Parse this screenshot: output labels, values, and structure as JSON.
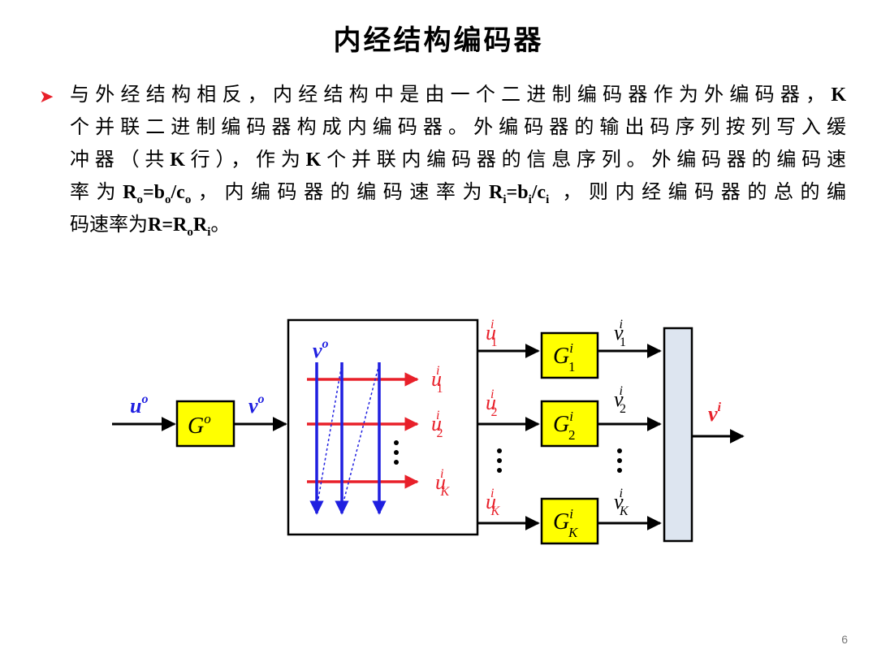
{
  "title": "内经结构编码器",
  "paragraph": {
    "line1_a": "与外经结构相反，内经结构中是由一个二进制编码器作为外编码器，",
    "line1_k": "K",
    "line2": "个并联二进制编码器构成内编码器。外编码器的输出码序列按列写入缓",
    "line3_a": "冲器（共",
    "line3_k": "K",
    "line3_b": "行），作为",
    "line3_k2": "K",
    "line3_c": "个并联内编码器的信息序列。外编码器的编码速",
    "line4_a": "率为",
    "line4_ro": "R",
    "line4_ro_sub": "o",
    "line4_eq1": "=b",
    "line4_bo_sub": "o",
    "line4_slash1": "/c",
    "line4_co_sub": "o",
    "line4_b": "，内编码器的编码速率为",
    "line4_ri": "R",
    "line4_ri_sub": "i",
    "line4_eq2": "=b",
    "line4_bi_sub": "i",
    "line4_slash2": "/c",
    "line4_ci_sub": "i",
    "line4_c": " ，则内经编码器的总的编",
    "line5_a": "码速率为",
    "line5_r": "R=R",
    "line5_ro_sub": "o",
    "line5_r2": "R",
    "line5_ri_sub": "i",
    "line5_end": "。"
  },
  "diagram": {
    "input_label": "u",
    "input_sup": "o",
    "outer_encoder": "G",
    "outer_encoder_sup": "o",
    "outer_output_label": "v",
    "outer_output_sup": "o",
    "buffer_label": "v",
    "buffer_label_sup": "o",
    "buffer_rows": [
      {
        "base": "u",
        "sup": "i",
        "sub": "1"
      },
      {
        "base": "u",
        "sup": "i",
        "sub": "2"
      },
      {
        "base": "u",
        "sup": "i",
        "sub": "K"
      }
    ],
    "inner_inputs": [
      {
        "base": "u",
        "sup": "i",
        "sub": "1"
      },
      {
        "base": "u",
        "sup": "i",
        "sub": "2"
      },
      {
        "base": "u",
        "sup": "i",
        "sub": "K"
      }
    ],
    "inner_encoders": [
      {
        "base": "G",
        "sup": "i",
        "sub": "1"
      },
      {
        "base": "G",
        "sup": "i",
        "sub": "2"
      },
      {
        "base": "G",
        "sup": "i",
        "sub": "K"
      }
    ],
    "inner_outputs": [
      {
        "base": "v",
        "sup": "i",
        "sub": "1"
      },
      {
        "base": "v",
        "sup": "i",
        "sub": "2"
      },
      {
        "base": "v",
        "sup": "i",
        "sub": "K"
      }
    ],
    "final_output_label": "v",
    "final_output_sup": "i",
    "colors": {
      "red": "#e8202a",
      "blue": "#1f1fe0",
      "encoder_fill": "#ffff00",
      "mux_fill": "#dde5f0"
    }
  },
  "page_number": "6"
}
